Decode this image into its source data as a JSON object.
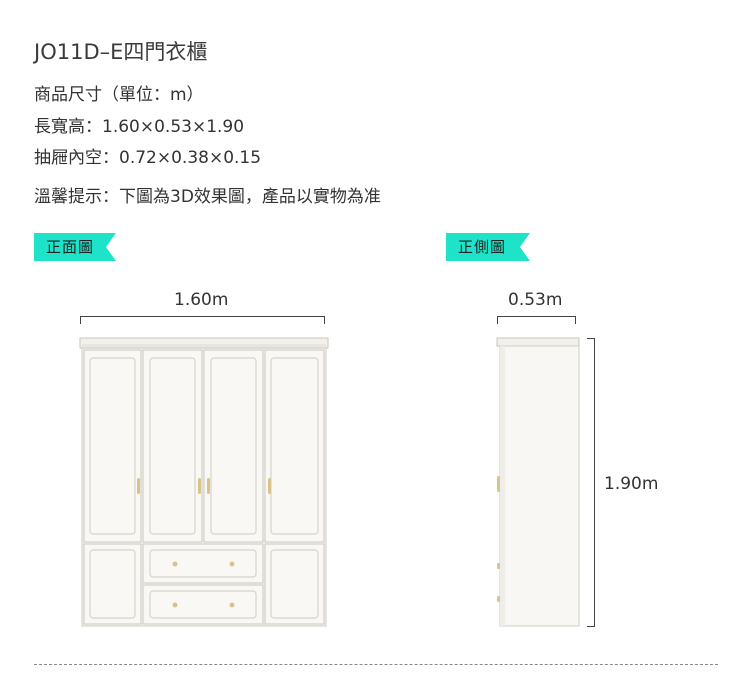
{
  "product": {
    "title": "JO11D–E四門衣櫃",
    "specs": [
      "商品尺寸（單位：m）",
      "長寬高：1.60×0.53×1.90",
      "抽屜內空：0.72×0.38×0.15"
    ],
    "notice": "溫馨提示：下圖為3D效果圖，產品以實物為准"
  },
  "views": {
    "front": {
      "label": "正面圖",
      "width_label": "1.60m"
    },
    "side": {
      "label": "正側圖",
      "depth_label": "0.53m",
      "height_label": "1.90m"
    }
  },
  "colors": {
    "accent": "#1ee3c9",
    "furniture": "#f7f5f0",
    "handle": "#d8c48a"
  }
}
